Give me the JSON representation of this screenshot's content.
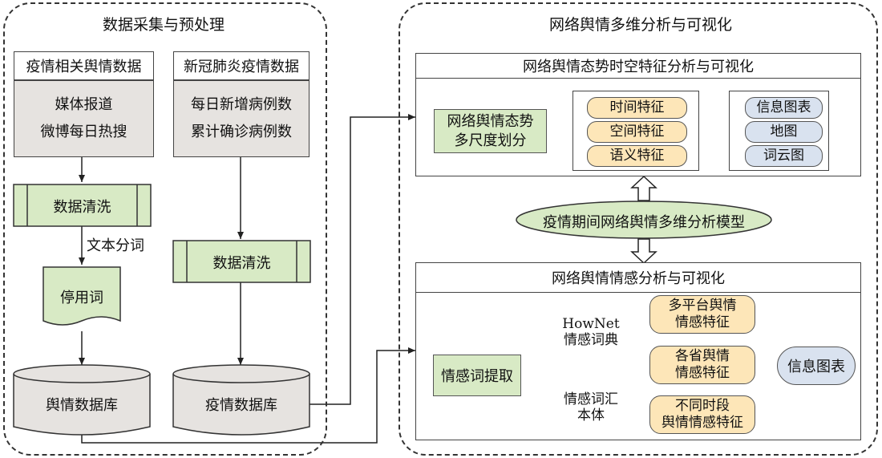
{
  "left_panel": {
    "title": "数据采集与预处理",
    "col1": {
      "header": "疫情相关舆情数据",
      "items": [
        "媒体报道",
        "微博每日热搜"
      ],
      "clean": "数据清洗",
      "segment_label": "文本分词",
      "doc": "停用词",
      "db": "舆情数据库"
    },
    "col2": {
      "header": "新冠肺炎疫情数据",
      "items": [
        "每日新增病例数",
        "累计确诊病例数"
      ],
      "clean": "数据清洗",
      "db": "疫情数据库"
    }
  },
  "right_panel": {
    "title": "网络舆情多维分析与可视化",
    "top": {
      "title": "网络舆情态势时空特征分析与可视化",
      "division": [
        "网络舆情态势",
        "多尺度划分"
      ],
      "features": [
        "时间特征",
        "空间特征",
        "语义特征"
      ],
      "outputs": [
        "信息图表",
        "地图",
        "词云图"
      ]
    },
    "model": "疫情期间网络舆情多维分析模型",
    "bottom": {
      "title": "网络舆情情感分析与可视化",
      "extract": "情感词提取",
      "hownet": [
        "HowNet",
        "情感词典"
      ],
      "ontology": [
        "情感词汇",
        "本体"
      ],
      "results": [
        [
          "多平台舆情",
          "情感特征"
        ],
        [
          "各省舆情",
          "情感特征"
        ],
        [
          "不同时段",
          "舆情情感特征"
        ]
      ],
      "output": "信息图表"
    }
  },
  "colors": {
    "green": "#d8eac5",
    "gray": "#e6e3e0",
    "orange": "#fde6b8",
    "blue": "#d9e2ef"
  }
}
